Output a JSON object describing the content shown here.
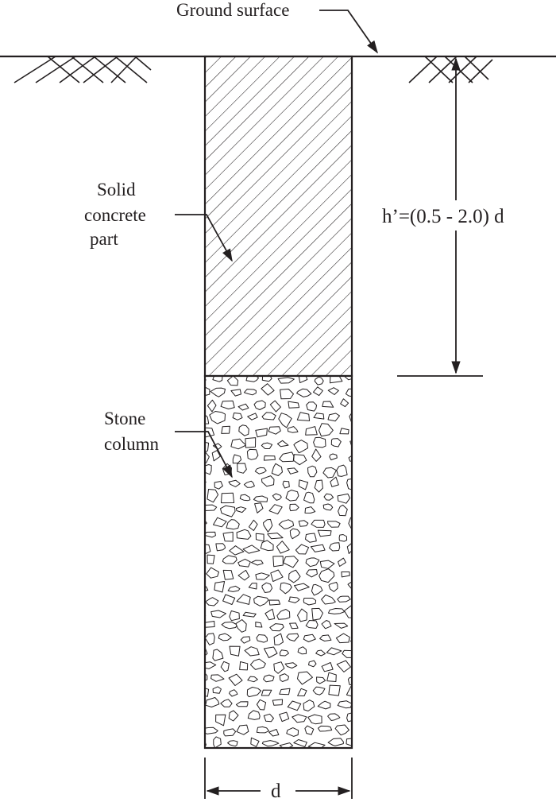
{
  "labels": {
    "ground_surface": "Ground surface",
    "solid_concrete": [
      "Solid",
      "concrete",
      "part"
    ],
    "stone_column": [
      "Stone",
      "column"
    ],
    "height_dim": "h’=(0.5 - 2.0) d",
    "width_dim": "d"
  },
  "colors": {
    "ink": "#231f20",
    "background": "#ffffff"
  }
}
